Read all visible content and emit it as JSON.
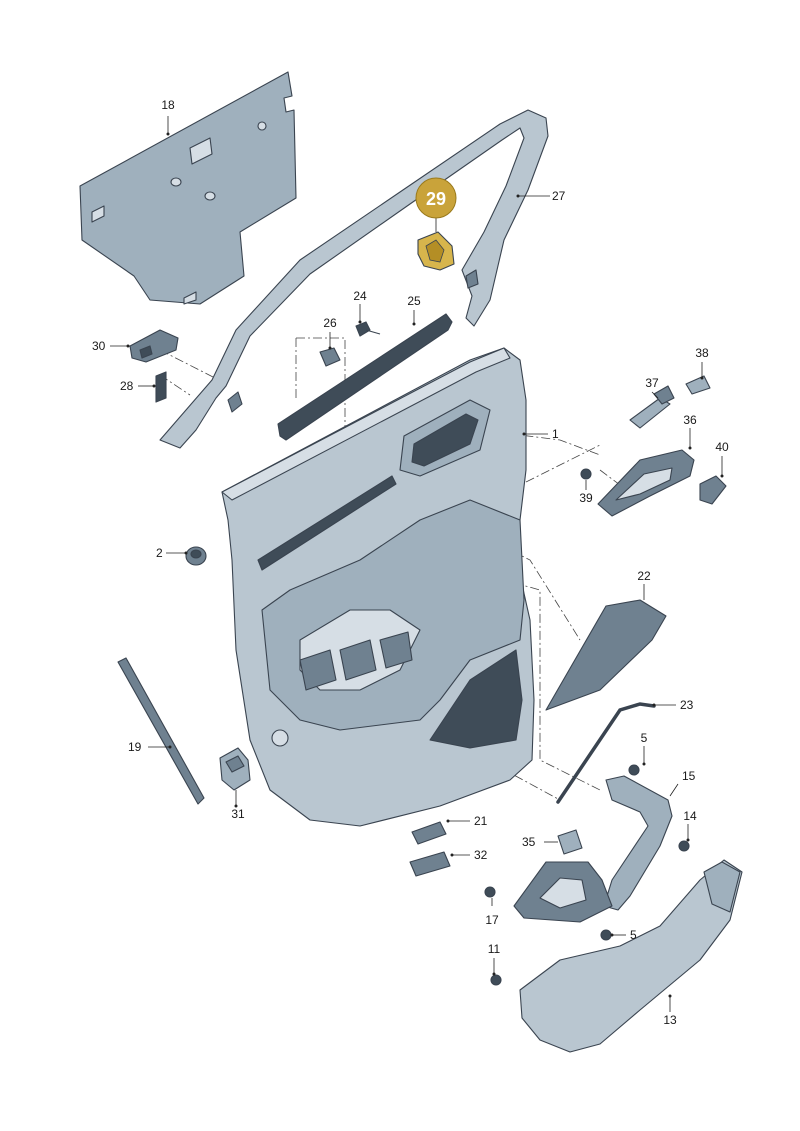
{
  "diagram": {
    "highlight": {
      "label": "29",
      "color": "#c9a33a",
      "text_color": "#ffffff"
    },
    "labels": {
      "p1": "1",
      "p2": "2",
      "p5a": "5",
      "p5b": "5",
      "p11": "11",
      "p13": "13",
      "p14": "14",
      "p15": "15",
      "p17": "17",
      "p18": "18",
      "p19": "19",
      "p21": "21",
      "p22": "22",
      "p23": "23",
      "p24": "24",
      "p25": "25",
      "p26": "26",
      "p27": "27",
      "p28": "28",
      "p30": "30",
      "p31": "31",
      "p32": "32",
      "p35": "35",
      "p36": "36",
      "p37": "37",
      "p38": "38",
      "p39": "39",
      "p40": "40"
    },
    "colors": {
      "panel": "#b9c6d0",
      "panel_shade": "#9fb0bd",
      "dark_part": "#3f4c58",
      "outline": "#3a4450"
    }
  }
}
